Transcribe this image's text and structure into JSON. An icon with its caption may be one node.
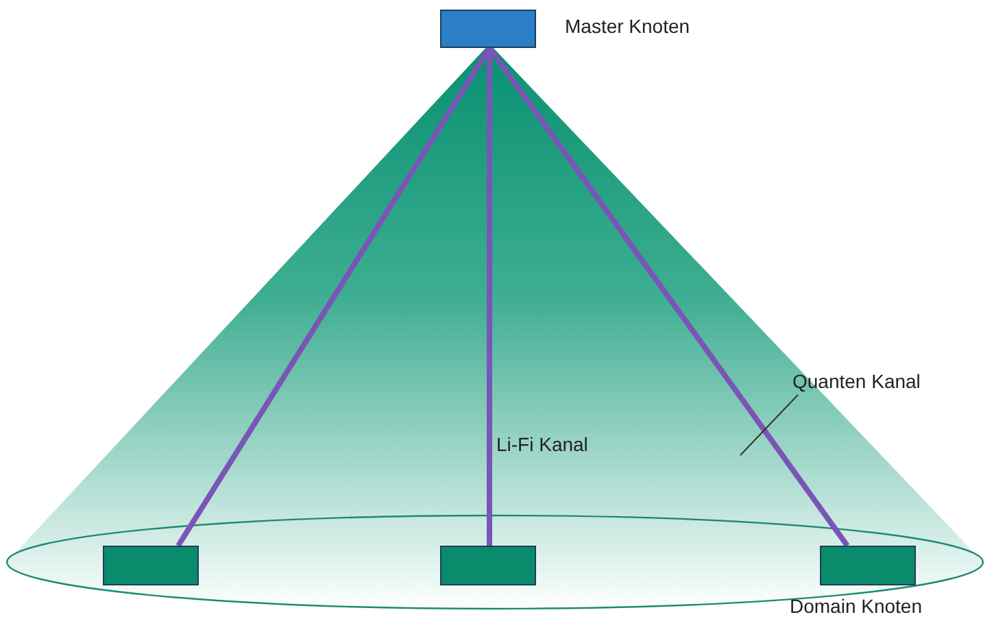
{
  "diagram": {
    "nodes": [
      {
        "text": [],
        "shape": "box",
        "beside": [
          "Master Knoten"
        ]
      },
      {
        "text": [],
        "shape": "box"
      },
      {
        "text": [],
        "shape": "box"
      },
      {
        "text": [],
        "shape": "box",
        "beside": [
          "Domain Knoten"
        ]
      },
      {
        "text": [
          "Quanten Kanal"
        ]
      }
    ],
    "edges": [
      {
        "from": 0,
        "to": 1,
        "arrow": "none"
      },
      {
        "from": 0,
        "to": 2,
        "arrow": "none",
        "label": "Li-Fi Kanal"
      },
      {
        "from": 0,
        "to": 3,
        "arrow": "none"
      },
      {
        "from": 4,
        "to": null,
        "arrow": "none",
        "color": "#333333"
      }
    ]
  }
}
